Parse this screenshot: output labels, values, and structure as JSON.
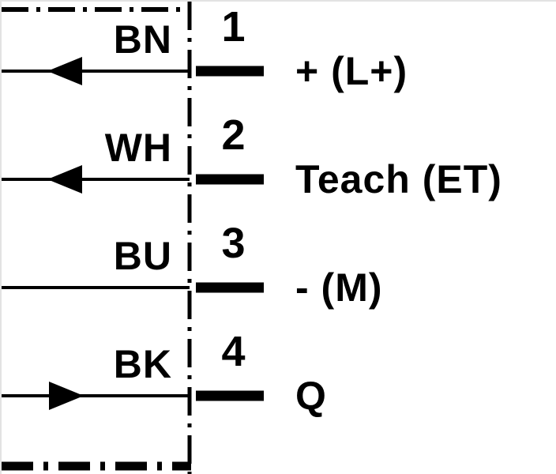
{
  "diagram": {
    "rows": [
      {
        "wire_color_code": "BN",
        "pin": "1",
        "function": "+ (L+)",
        "arrow_direction": "left"
      },
      {
        "wire_color_code": "WH",
        "pin": "2",
        "function": "Teach (ET)",
        "arrow_direction": "left"
      },
      {
        "wire_color_code": "BU",
        "pin": "3",
        "function": "- (M)",
        "arrow_direction": "none"
      },
      {
        "wire_color_code": "BK",
        "pin": "4",
        "function": "Q",
        "arrow_direction": "right"
      }
    ],
    "colors": {
      "line": "#000000",
      "background": "#ffffff"
    }
  }
}
